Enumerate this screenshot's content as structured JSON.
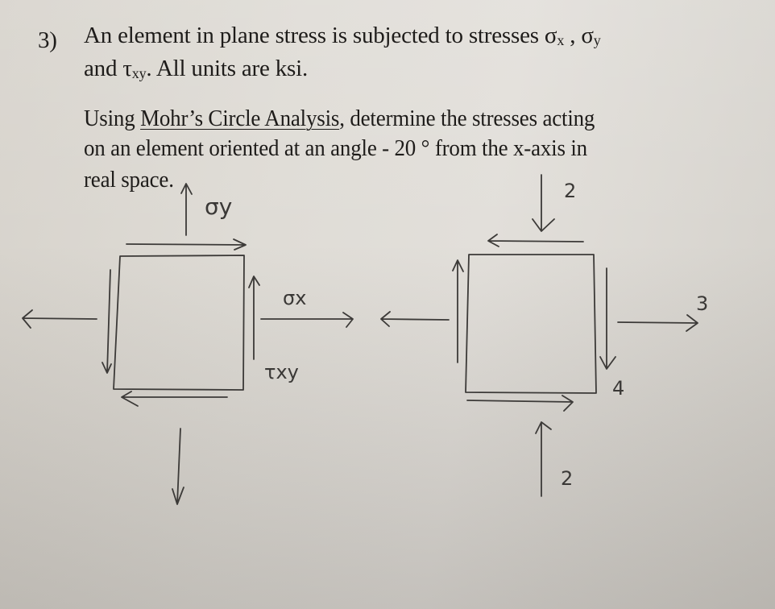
{
  "problem": {
    "number": "3)",
    "line1_a": "An  element in plane stress is subjected to stresses ",
    "sigma_x_sym": "σ",
    "sigma_x_sub": "x",
    "comma": " ,  ",
    "sigma_y_sym": "σ",
    "sigma_y_sub": "y",
    "line2_a": "and  ",
    "tau_sym": "τ",
    "tau_sub": "xy",
    "line2_b": ".  All units are ksi.",
    "line3_a": "Using ",
    "line3_link": "Mohr’s Circle Analysis",
    "line3_b": ",  determine the stresses acting",
    "line4": "on an element oriented at an angle  - 20 ° from the x-axis in",
    "line5": "real space."
  },
  "diagram_left": {
    "sigma_y_label": "σy",
    "sigma_x_label": "σx",
    "tau_xy_label": "τxy"
  },
  "diagram_right": {
    "top_value": "2",
    "bottom_value": "2",
    "right_normal_value": "3",
    "shear_value": "4"
  },
  "given": {
    "sigma_x_ksi": 3,
    "sigma_y_ksi": -2,
    "tau_xy_ksi": -4,
    "angle_deg": -20,
    "units": "ksi"
  },
  "colors": {
    "paper": "#dfdcd6",
    "ink": "#1e1c1a",
    "pencil": "#3a3836"
  }
}
